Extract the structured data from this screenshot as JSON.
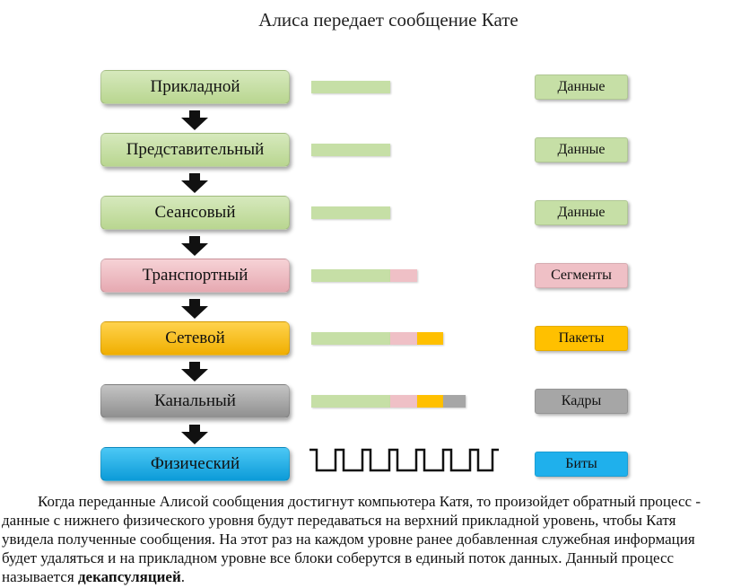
{
  "title": "Алиса передает сообщение Кате",
  "layers": [
    {
      "name": "Прикладной",
      "unit": "Данные"
    },
    {
      "name": "Представительный",
      "unit": "Данные"
    },
    {
      "name": "Сеансовый",
      "unit": "Данные"
    },
    {
      "name": "Транспортный",
      "unit": "Сегменты"
    },
    {
      "name": "Сетевой",
      "unit": "Пакеты"
    },
    {
      "name": "Канальный",
      "unit": "Кадры"
    },
    {
      "name": "Физический",
      "unit": "Биты"
    }
  ],
  "colors": {
    "data_green": "#c6dfa6",
    "transport_pink": "#efc0c6",
    "network_yellow": "#ffc000",
    "link_gray": "#a6a6a6",
    "physical_blue": "#1fb0ec"
  },
  "paragraph": {
    "text_before": "Когда переданные Алисой сообщения достигнут компьютера Катя, то произойдет обратный процесс - данные с нижнего физического уровня будут передаваться на верхний прикладной уровень, чтобы Катя увидела полученные сообщения. На этот раз на каждом уровне ранее добавленная служебная информация будет удаляться и на прикладном уровне все блоки соберутся в единый поток данных. Данный процесс называется ",
    "bold_term": "декапсуляцией",
    "text_after": "."
  }
}
